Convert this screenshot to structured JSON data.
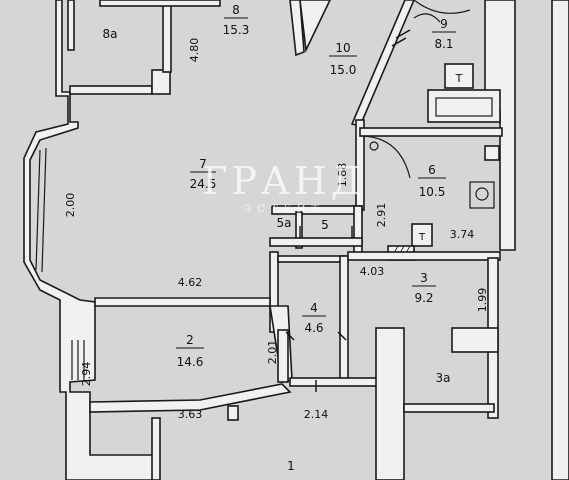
{
  "rooms": [
    {
      "id": "8a",
      "number": "8а",
      "area": ""
    },
    {
      "id": "8",
      "number": "8",
      "area": "15.3"
    },
    {
      "id": "9",
      "number": "9",
      "area": "8.1"
    },
    {
      "id": "10",
      "number": "10",
      "area": "15.0"
    },
    {
      "id": "7",
      "number": "7",
      "area": "24.5"
    },
    {
      "id": "6",
      "number": "6",
      "area": "10.5"
    },
    {
      "id": "5a",
      "number": "5а",
      "area": ""
    },
    {
      "id": "5",
      "number": "5",
      "area": ""
    },
    {
      "id": "3",
      "number": "3",
      "area": "9.2"
    },
    {
      "id": "4",
      "number": "4",
      "area": "4.6"
    },
    {
      "id": "2",
      "number": "2",
      "area": "14.6"
    },
    {
      "id": "3a",
      "number": "3а",
      "area": ""
    },
    {
      "id": "1",
      "number": "1",
      "area": ""
    }
  ],
  "dimensions": [
    "4.80",
    "2.00",
    "1.88",
    "2.91",
    "3.74",
    "4.62",
    "4.03",
    "1.99",
    "2.01",
    "2.94",
    "3.63",
    "2.14"
  ],
  "watermark": {
    "line1": "ГРАНД",
    "line2": "ЭСТЕЙТ"
  }
}
